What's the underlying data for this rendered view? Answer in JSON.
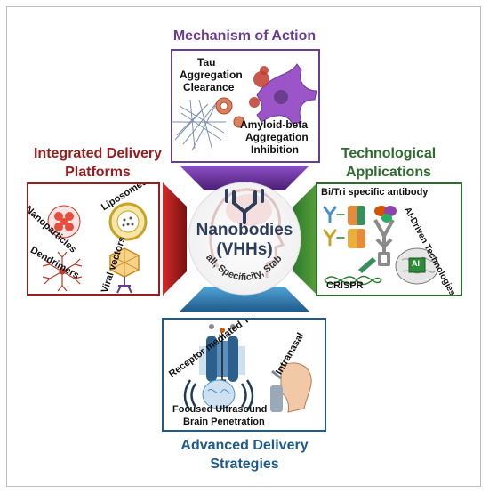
{
  "center": {
    "title": "Nanobodies",
    "subtitle": "(VHHs)",
    "arc_text": "Small, Specificity, Stability"
  },
  "top": {
    "title": "Mechanism of Action",
    "labels": [
      "Tau",
      "Aggregation",
      "Clearance",
      "Amyloid-beta",
      "Aggregation",
      "Inhibition"
    ]
  },
  "right": {
    "title_line1": "Technological",
    "title_line2": "Applications",
    "header": "Bi/Tri specific antibody",
    "crispr": "CRISPR",
    "ai_label": "AI-Driven Technologies",
    "ai_chip": "AI"
  },
  "left": {
    "title_line1": "Integrated Delivery",
    "title_line2": "Platforms",
    "nanoparticles": "Nanoparticles",
    "liposomes": "Liposomes",
    "dendrimers": "Dendrimers",
    "viral_vectors": "Viral vectors"
  },
  "bottom": {
    "title_line1": "Advanced Delivery",
    "title_line2": "Strategies",
    "receptor": "Receptor mediated Transport",
    "intranasal": "Intranasal",
    "focused_line1": "Focused Ultrasound",
    "focused_line2": "Brain Penetration"
  },
  "colors": {
    "top": "#6a3d8f",
    "right": "#2e6b2e",
    "left": "#9b1c1c",
    "bottom": "#1f5a8a"
  }
}
